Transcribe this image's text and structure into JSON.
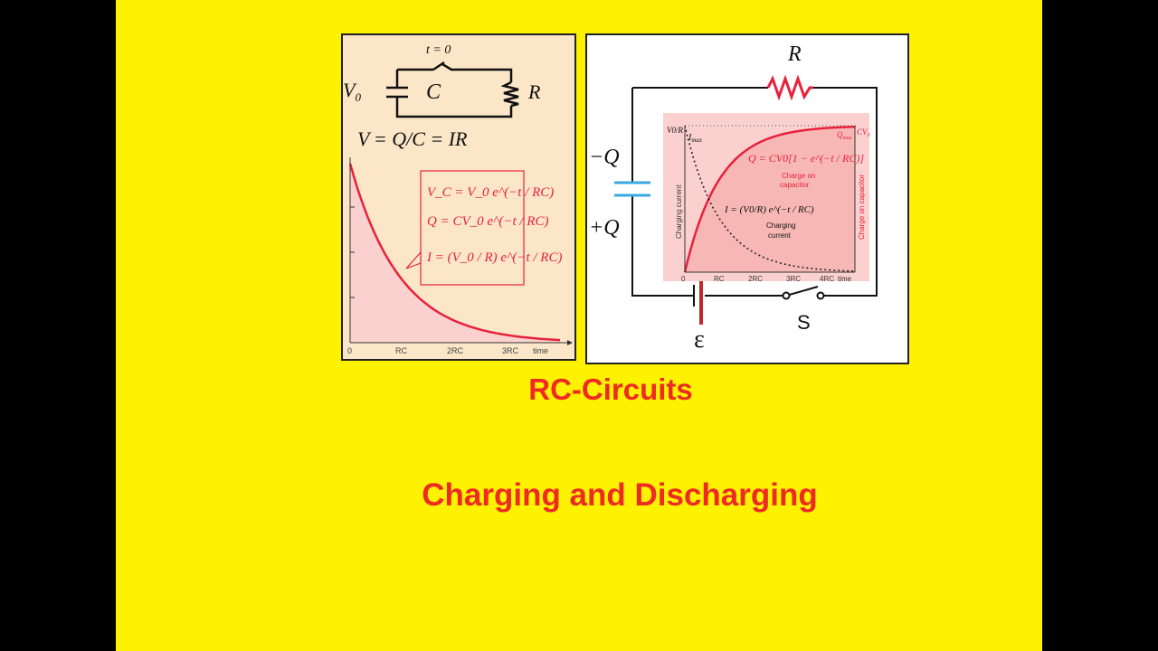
{
  "slide": {
    "title": "RC-Circuits",
    "subtitle": "Charging  and Discharging"
  },
  "colors": {
    "background": "#fef200",
    "title": "#ee2a24",
    "curve": "#e8213c",
    "capacitor": "#39a9e1",
    "panel_left": "#fbe6c8",
    "plot_fill": "#fbd1cf"
  },
  "left_panel": {
    "switch_label": "t = 0",
    "v0_label": "V",
    "v0_sub": "0",
    "c_label": "C",
    "r_label": "R",
    "formula": "V = Q/C = IR",
    "eq1": "V_C = V_0 e^(−t / RC)",
    "eq2": "Q = CV_0 e^(−t / RC)",
    "eq3": "I = (V_0 / R) e^(−t / RC)",
    "axis": [
      "0",
      "RC",
      "2RC",
      "3RC",
      "time"
    ]
  },
  "right_panel": {
    "r_label": "R",
    "minus_q": "−Q",
    "plus_q": "+Q",
    "emf_label": "ε",
    "switch_label": "S",
    "plot": {
      "y_left_top": "V0/R",
      "imax": "I",
      "imax_sub": "max",
      "qmax": "Q",
      "qmax_sub": "max",
      "cv0": "CV",
      "cv0_sub": "0",
      "q_eq": "Q = CV0[1 − e^(−t / RC)]",
      "charge_note_1": "Charge on",
      "charge_note_2": "capacitor",
      "i_eq": "I = (V0/R) e^(−t / RC)",
      "current_note_1": "Charging",
      "current_note_2": "current",
      "ylabel_left": "Charging current",
      "ylabel_right": "Charge on capacitor",
      "axis": [
        "0",
        "RC",
        "2RC",
        "3RC",
        "4RC",
        "time"
      ]
    }
  }
}
